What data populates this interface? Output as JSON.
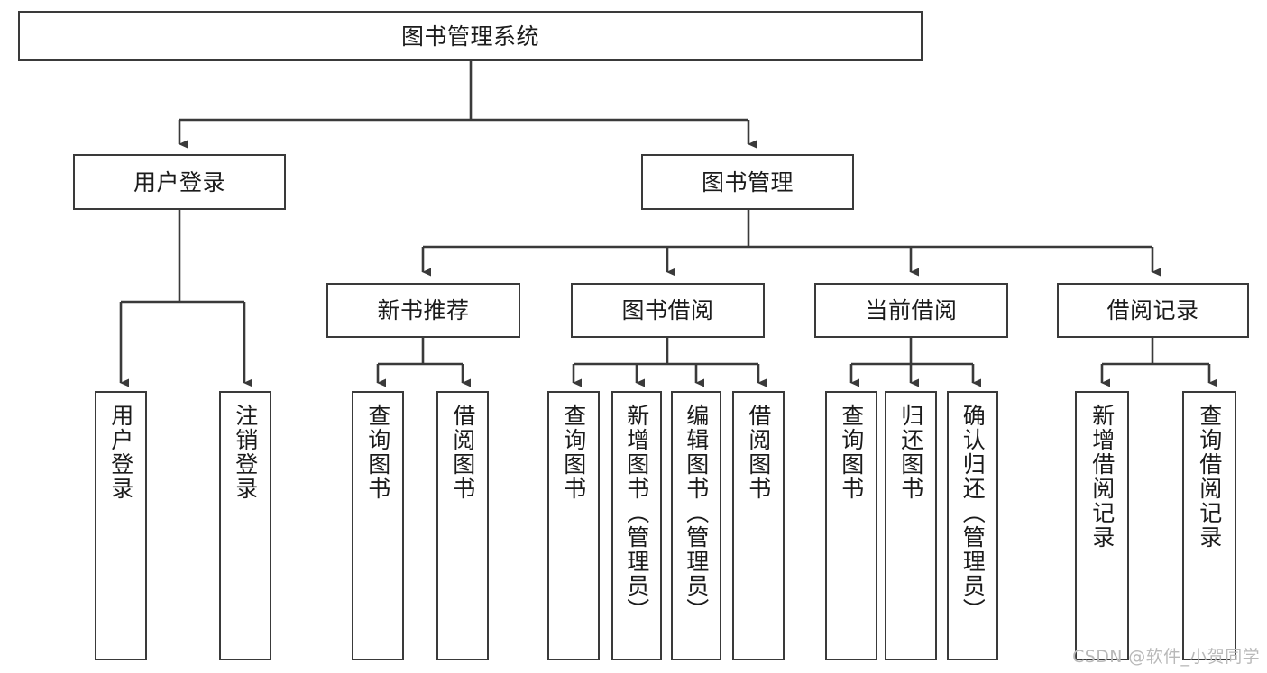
{
  "diagram": {
    "title": "图书管理系统",
    "type": "hierarchy-tree",
    "watermark": "CSDN @软件_小贺同学",
    "colors": {
      "box_border": "#3a3a3a",
      "box_fill": "#ffffff",
      "edge": "#3a3a3a",
      "text": "#1b1b1b",
      "watermark": "#b9b9b9",
      "background": "#ffffff"
    },
    "nodes": {
      "root": {
        "label": "图书管理系统"
      },
      "level2": [
        {
          "id": "user-login",
          "label": "用户登录"
        },
        {
          "id": "book-manage",
          "label": "图书管理"
        }
      ],
      "level3": [
        {
          "id": "new-book-recommend",
          "label": "新书推荐"
        },
        {
          "id": "book-borrow",
          "label": "图书借阅"
        },
        {
          "id": "current-borrow",
          "label": "当前借阅"
        },
        {
          "id": "borrow-record",
          "label": "借阅记录"
        }
      ],
      "leaves": [
        {
          "id": "leaf-user-login",
          "label": "用户登录",
          "parent": "user-login"
        },
        {
          "id": "leaf-user-logout",
          "label": "注销登录",
          "parent": "user-login"
        },
        {
          "id": "leaf-query-book-1",
          "label": "查询图书",
          "parent": "new-book-recommend"
        },
        {
          "id": "leaf-borrow-book-1",
          "label": "借阅图书",
          "parent": "new-book-recommend"
        },
        {
          "id": "leaf-query-book-2",
          "label": "查询图书",
          "parent": "book-borrow"
        },
        {
          "id": "leaf-add-book",
          "label": "新增图书（管理员）",
          "parent": "book-borrow"
        },
        {
          "id": "leaf-edit-book",
          "label": "编辑图书（管理员）",
          "parent": "book-borrow"
        },
        {
          "id": "leaf-borrow-book-2",
          "label": "借阅图书",
          "parent": "book-borrow"
        },
        {
          "id": "leaf-query-book-3",
          "label": "查询图书",
          "parent": "current-borrow"
        },
        {
          "id": "leaf-return-book",
          "label": "归还图书",
          "parent": "current-borrow"
        },
        {
          "id": "leaf-confirm-return",
          "label": "确认归还（管理员）",
          "parent": "current-borrow"
        },
        {
          "id": "leaf-add-borrow-record",
          "label": "新增借阅记录",
          "parent": "borrow-record"
        },
        {
          "id": "leaf-query-borrow-record",
          "label": "查询借阅记录",
          "parent": "borrow-record"
        }
      ]
    }
  }
}
